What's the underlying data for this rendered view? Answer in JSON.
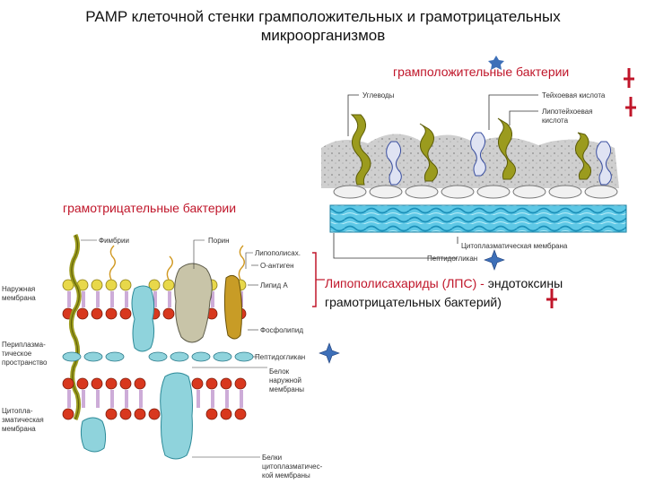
{
  "title_line1": "PAMP клеточной стенки грамположительных и грамотрицательных",
  "title_line2": "микроорганизмов",
  "gram_positive_label": "грамположительные бактерии",
  "gram_negative_label": "грамотрицательные бактерии",
  "gram_positive": {
    "labels": {
      "carbohydrates": "Углеводы",
      "teichoic": "Тейхоевая кислота",
      "lipoteichoic_1": "Липотейхоевая",
      "lipoteichoic_2": "кислота",
      "cyto_membrane": "Цитоплазматическая мембрана",
      "peptidoglycan": "Пептидогликан"
    }
  },
  "gram_negative": {
    "labels": {
      "fimbriae": "Фимбрии",
      "porin": "Порин",
      "lps": "Липополисах.",
      "o_antigen": "О-антиген",
      "lipid_a": "Липид А",
      "outer_membrane_1": "Наружная",
      "outer_membrane_2": "мембрана",
      "periplasmic_1": "Периплазма-",
      "periplasmic_2": "тическое",
      "periplasmic_3": "пространство",
      "cytoplasmic_1": "Цитопла-",
      "cytoplasmic_2": "зматическая",
      "cytoplasmic_3": "мембрана",
      "phospholipid": "Фосфолипид",
      "peptidoglycan": "Пептидогликан",
      "outer_protein_1": "Белок",
      "outer_protein_2": "наружной",
      "outer_protein_3": "мембраны",
      "cyto_proteins_1": "Белки",
      "cyto_proteins_2": "цитоплазматичес-",
      "cyto_proteins_3": "кой мембраны"
    }
  },
  "lps_note": {
    "highlight": "Липополисахариды (ЛПС) -",
    "text_1": " эндотоксины",
    "text_2": "грамотрицательных бактерий)"
  },
  "colors": {
    "accent_red": "#c0162a",
    "peptidoglycan_blue": "#3ab5d8",
    "carbohydrate_olive": "#9b9b1e",
    "protein_cyan": "#8fd3dc",
    "marker_star_blue": "#3d6fb8"
  }
}
